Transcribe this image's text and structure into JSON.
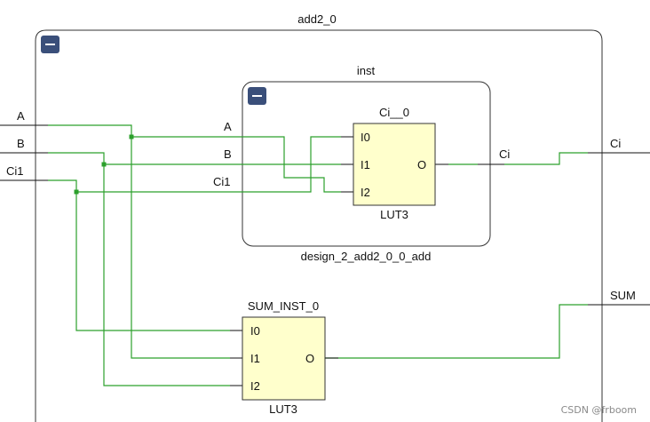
{
  "outer_cell": {
    "name": "add2_0"
  },
  "inst_cell": {
    "label": "inst",
    "type": "design_2_add2_0_0_add"
  },
  "lut_ci": {
    "name": "Ci__0",
    "type": "LUT3",
    "pins": {
      "i0": "I0",
      "i1": "I1",
      "i2": "I2",
      "o": "O"
    }
  },
  "lut_sum": {
    "name": "SUM_INST_0",
    "type": "LUT3",
    "pins": {
      "i0": "I0",
      "i1": "I1",
      "i2": "I2",
      "o": "O"
    }
  },
  "outer_ports": {
    "a": "A",
    "b": "B",
    "ci1": "Ci1",
    "ci_out": "Ci",
    "sum_out": "SUM"
  },
  "inst_ports": {
    "a": "A",
    "b": "B",
    "ci1": "Ci1",
    "ci_out": "Ci"
  },
  "watermark": "CSDN @frboom",
  "colors": {
    "wire": "#2ca02c",
    "lut_fill": "#ffffcc",
    "collapse_button": "#3a4f7a"
  },
  "icons": {
    "collapse": "minus-square-icon"
  }
}
